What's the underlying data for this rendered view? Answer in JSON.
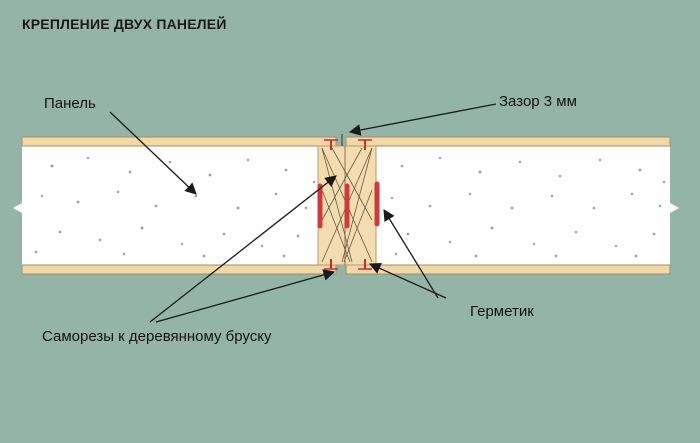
{
  "diagram": {
    "title": "КРЕПЛЕНИЕ ДВУХ ПАНЕЛЕЙ",
    "labels": {
      "panel": "Панель",
      "gap": "Зазор 3 мм",
      "sealant": "Герметик",
      "screws": "Саморезы к деревянному бруску"
    },
    "colors": {
      "background": "#94b4a8",
      "panel_facing": "#f0d8a8",
      "panel_facing_stroke": "#a88c5e",
      "foam_core": "#ffffff",
      "wood_block": "#f2dcb0",
      "sealant": "#d03a3a",
      "screw": "#c23030",
      "arrow": "#1a1a1a"
    }
  }
}
